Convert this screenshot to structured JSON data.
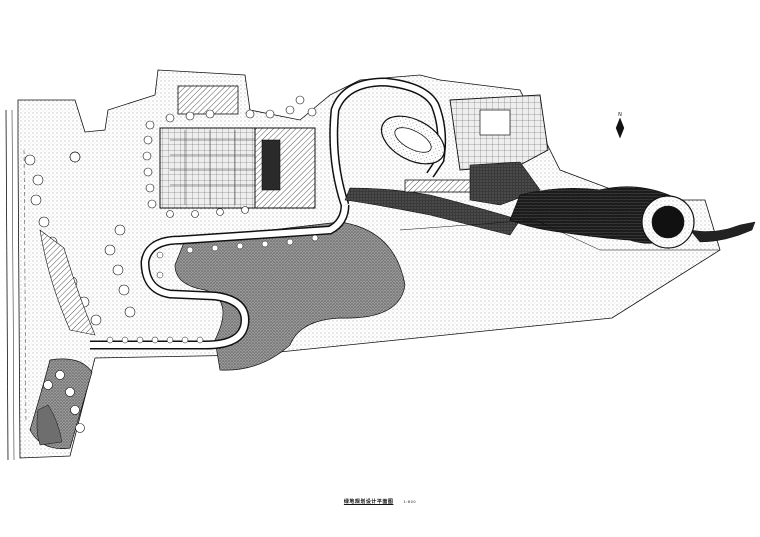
{
  "drawing": {
    "title": "绿地规划设计平面图",
    "scale": "1:600"
  },
  "north_arrow": {
    "label": "N"
  },
  "colors": {
    "ink": "#111111",
    "paper": "#ffffff",
    "hatch_dark": "#3a3a3a",
    "hatch_mid": "#8c8c8c",
    "hatch_light": "#cfcfcf",
    "water": "#1a1a1a"
  }
}
